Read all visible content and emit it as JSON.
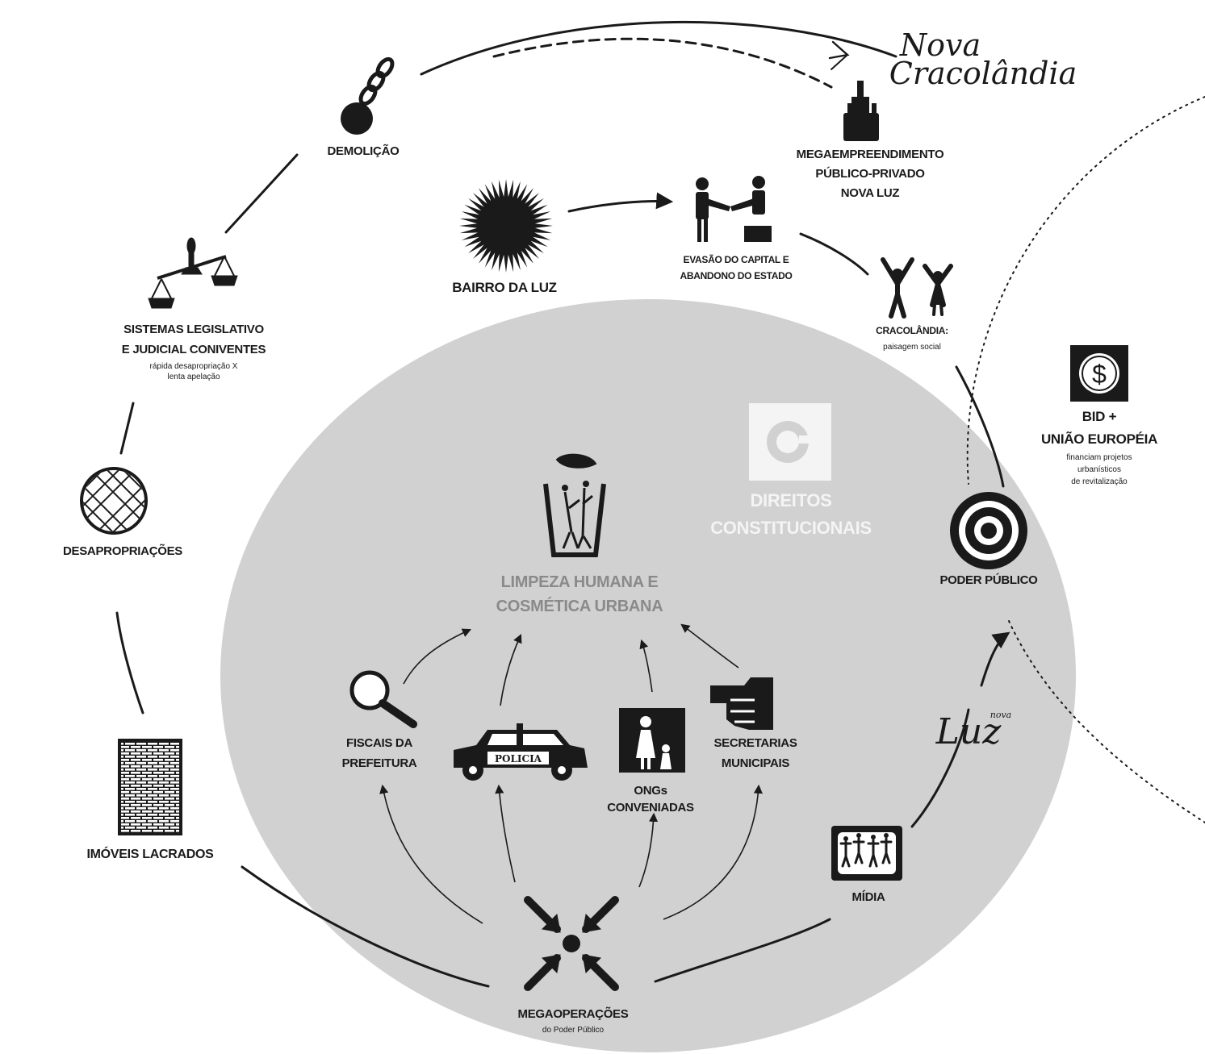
{
  "title": {
    "line1": "Nova",
    "line2": "Cracolândia"
  },
  "nodes": {
    "demolicao": {
      "label": "DEMOLIÇÃO"
    },
    "megaempreendimento": {
      "line1": "MEGAEMPREENDIMENTO",
      "line2": "PÚBLICO-PRIVADO",
      "line3": "NOVA LUZ"
    },
    "bairro_da_luz": {
      "label": "BAIRRO DA LUZ"
    },
    "evasao": {
      "line1": "EVASÃO DO CAPITAL E",
      "line2": "ABANDONO DO ESTADO"
    },
    "cracolandia": {
      "label": "CRACOLÂNDIA:",
      "sub": "paisagem social"
    },
    "sistemas": {
      "line1": "SISTEMAS LEGISLATIVO",
      "line2": "E JUDICIAL CONIVENTES",
      "sub1": "rápida desapropriação X",
      "sub2": "lenta apelação"
    },
    "bid": {
      "line1": "BID +",
      "line2": "UNIÃO EUROPÉIA",
      "sub1": "financiam projetos",
      "sub2": "urbanísticos",
      "sub3": "de revitalização",
      "icon_symbol": "$"
    },
    "desapropriacoes": {
      "label": "DESAPROPRIAÇÕES",
      "sub1": "",
      "sub2": ""
    },
    "direitos": {
      "line1": "DIREITOS",
      "line2": "CONSTITUCIONAIS"
    },
    "limpeza": {
      "line1": "LIMPEZA HUMANA E",
      "line2": "COSMÉTICA URBANA"
    },
    "poder_publico": {
      "label": "PODER PÚBLICO",
      "sub1": "",
      "sub2": ""
    },
    "fiscais": {
      "line1": "FISCAIS DA",
      "line2": "PREFEITURA"
    },
    "policia": {
      "label": "POLICIA"
    },
    "ongs": {
      "line1": "ONGs",
      "line2": "CONVENIADAS"
    },
    "secretarias": {
      "line1": "SECRETARIAS",
      "line2": "MUNICIPAIS"
    },
    "nova_luz_logo": {
      "small": "nova",
      "big": "Luz"
    },
    "imoveis": {
      "label": "IMÓVEIS LACRADOS"
    },
    "midia": {
      "label": "MÍDIA",
      "sub": ""
    },
    "megaoperacoes": {
      "label": "MEGAOPERAÇÕES",
      "sub": "do Poder Público"
    }
  },
  "colors": {
    "ink": "#1a1a1a",
    "central_ellipse": "#d1d1d1",
    "grey_text": "#8a8a8a",
    "watermark": "#f4f4f4"
  },
  "icons": [
    "chain-icon",
    "wrecking-ball-icon",
    "tower-building-icon",
    "sun-burst-icon",
    "handshake-icon",
    "cheering-people-icon",
    "scales-of-justice-icon",
    "dollar-icon",
    "net-globe-icon",
    "constitution-watermark-icon",
    "trash-can-people-icon",
    "target-icon",
    "magnifier-icon",
    "police-car-icon",
    "mother-child-icon",
    "pointing-hand-icon",
    "brick-wall-icon",
    "tv-screen-icon",
    "inward-arrows-icon"
  ]
}
